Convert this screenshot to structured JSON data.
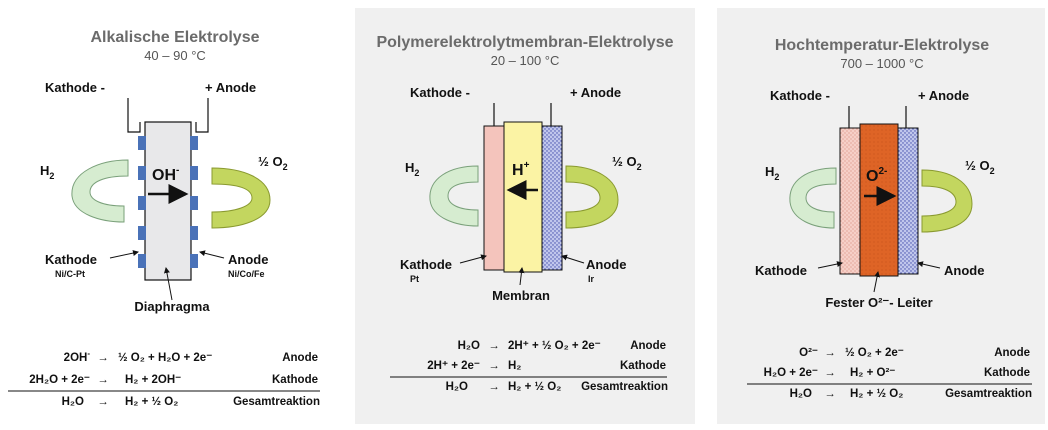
{
  "panels": [
    {
      "title": "Alkalische Elektrolyse",
      "temp": "40 – 90 °C",
      "cathode_pole": "Kathode -",
      "anode_pole": "+ Anode",
      "h2": "H",
      "h2_sub": "2",
      "o2": "½ O",
      "o2_sub": "2",
      "ion": "OH",
      "ion_sup": "-",
      "kathode_label": "Kathode",
      "kathode_material": "Ni/C-Pt",
      "anode_label": "Anode",
      "anode_material": "Ni/Co/Fe",
      "separator_label": "Diaphragma",
      "eq1_left": "2OH",
      "eq1_left_sup": "-",
      "eq1_right": "½ O₂ + H₂O + 2e⁻",
      "eq1_name": "Anode",
      "eq2_left": "2H₂O + 2e⁻",
      "eq2_right": "H₂ + 2OH⁻",
      "eq2_name": "Kathode",
      "eq3_left": "H₂O",
      "eq3_right": "H₂ + ½ O₂",
      "eq3_name": "Gesamtreaktion",
      "arrow": "→"
    },
    {
      "title": "Polymerelektrolytmembran-Elektrolyse",
      "temp": "20 – 100 °C",
      "cathode_pole": "Kathode -",
      "anode_pole": "+ Anode",
      "h2": "H",
      "h2_sub": "2",
      "o2": "½ O",
      "o2_sub": "2",
      "ion": "H",
      "ion_sup": "+",
      "kathode_label": "Kathode",
      "kathode_material": "Pt",
      "anode_label": "Anode",
      "anode_material": "Ir",
      "separator_label": "Membran",
      "eq1_left": "H₂O",
      "eq1_right": "2H⁺ + ½ O₂ + 2e⁻",
      "eq1_name": "Anode",
      "eq2_left": "2H⁺ + 2e⁻",
      "eq2_right": "H₂",
      "eq2_name": "Kathode",
      "eq3_left": "H₂O",
      "eq3_right": "H₂ + ½ O₂",
      "eq3_name": "Gesamtreaktion",
      "arrow": "→"
    },
    {
      "title": "Hochtemperatur-Elektrolyse",
      "temp": "700 – 1000 °C",
      "cathode_pole": "Kathode -",
      "anode_pole": "+ Anode",
      "h2": "H",
      "h2_sub": "2",
      "o2": "½ O",
      "o2_sub": "2",
      "ion": "O",
      "ion_sup": "2-",
      "kathode_label": "Kathode",
      "anode_label": "Anode",
      "separator_label": "Fester O²⁻- Leiter",
      "eq1_left": "O²⁻",
      "eq1_right": "½ O₂ + 2e⁻",
      "eq1_name": "Anode",
      "eq2_left": "H₂O + 2e⁻",
      "eq2_right": "H₂ + O²⁻",
      "eq2_name": "Kathode",
      "eq3_left": "H₂O",
      "eq3_right": "H₂ + ½ O₂",
      "eq3_name": "Gesamtreaktion",
      "arrow": "→"
    }
  ],
  "colors": {
    "panel_bg": "#f0f0f0",
    "electrode_blue": "#4a72b8",
    "cell_grey": "#e8e8ea",
    "pem_cathode": "#f4c4bc",
    "pem_membrane": "#fbf3a4",
    "pem_anode": "#b8bfe8",
    "ht_cathode": "#f7d3c8",
    "ht_electrolyte": "#df6528",
    "ht_anode": "#b8bfe8",
    "h2_gas": "#d6ecd0",
    "o2_gas": "#c3d65f"
  }
}
